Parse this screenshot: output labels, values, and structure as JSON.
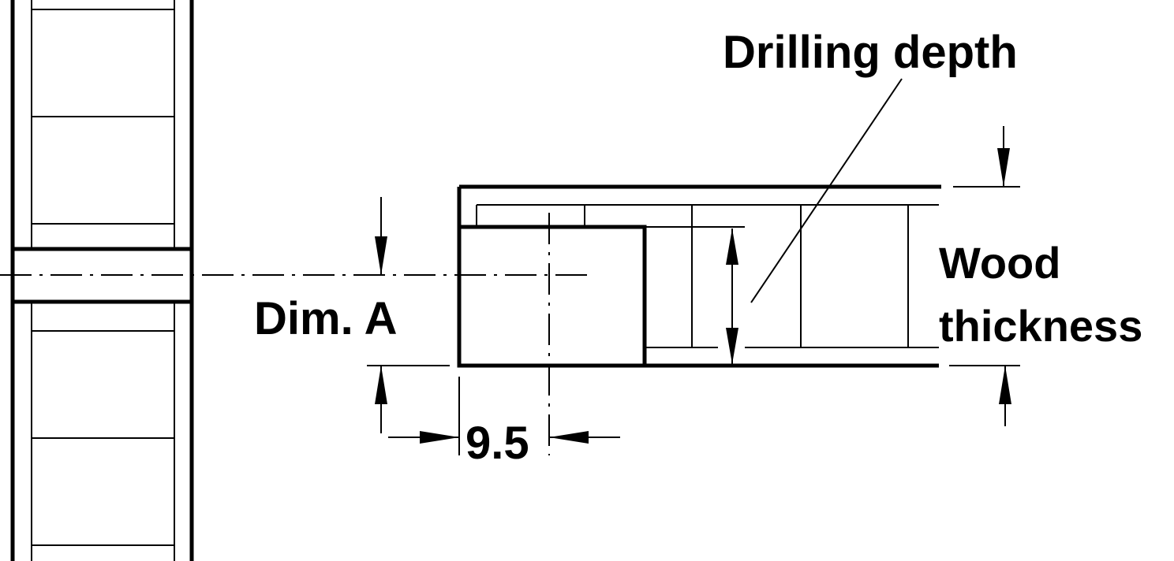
{
  "labels": {
    "drilling_depth": "Drilling depth",
    "wood_line1": "Wood",
    "wood_line2": "thickness",
    "dim_a": "Dim. A",
    "offset": "9.5"
  },
  "colors": {
    "stroke": "#000000",
    "background": "#ffffff"
  }
}
